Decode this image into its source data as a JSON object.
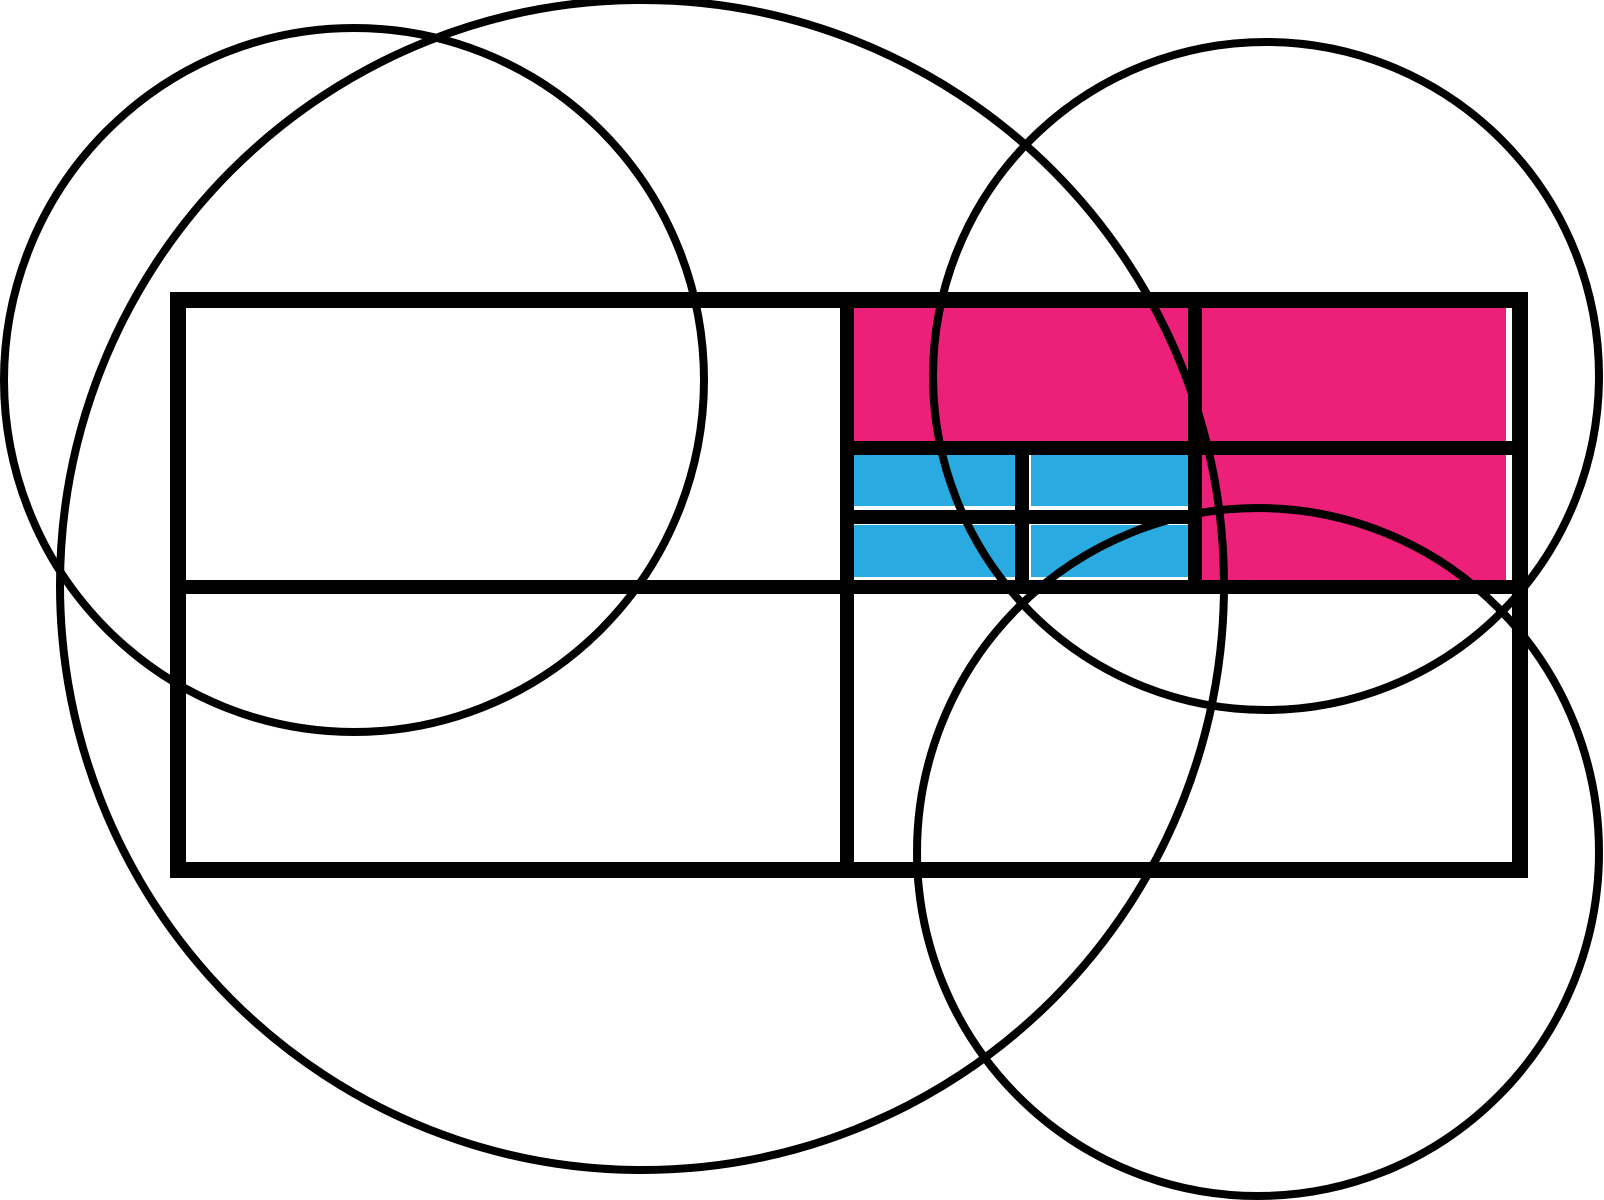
{
  "colors": {
    "background": "#ffffff",
    "stroke": "#000000",
    "magenta_fill": "#ec1f79",
    "cyan_fill": "#29abe2"
  },
  "shapes": {
    "circles_count": 4,
    "grid_rectangle_count": 1,
    "filled_regions": [
      "magenta",
      "cyan"
    ]
  }
}
